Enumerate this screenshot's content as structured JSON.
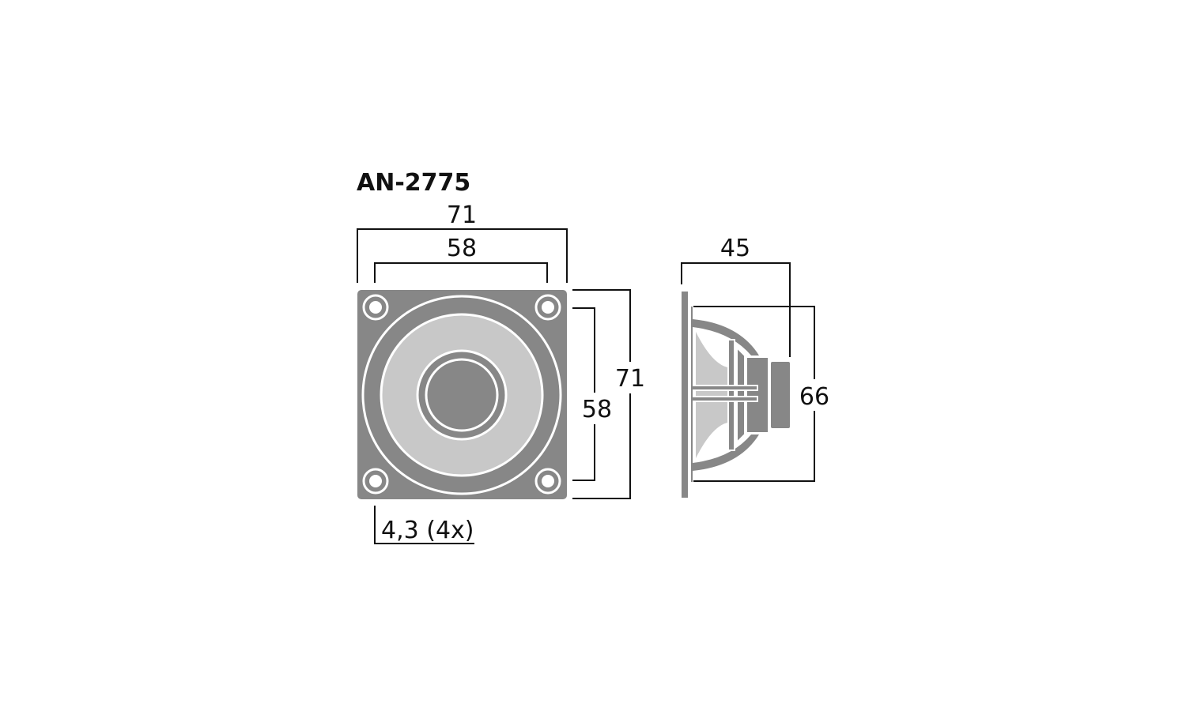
{
  "title": "AN-2775",
  "front_view": {
    "width_outer": "71",
    "width_holes": "58",
    "height_outer": "71",
    "height_holes": "58",
    "hole_note": "4,3 (4x)"
  },
  "side_view": {
    "depth": "45",
    "cone_diameter": "66"
  },
  "colors": {
    "body": "#878787",
    "cone": "#c8c8c8",
    "line": "#111111"
  }
}
